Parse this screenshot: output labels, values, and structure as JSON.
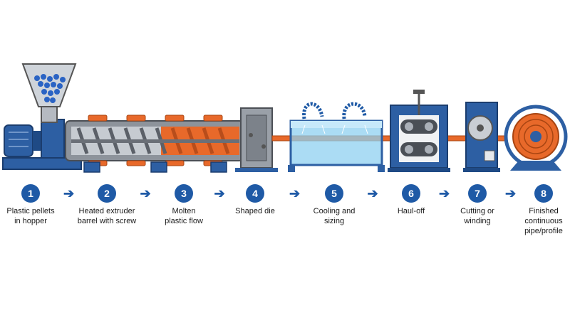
{
  "steps": [
    {
      "num": "1",
      "label": "Plastic pellets\nin hopper"
    },
    {
      "num": "2",
      "label": "Heated extruder\nbarrel with screw"
    },
    {
      "num": "3",
      "label": "Molten\nplastic flow"
    },
    {
      "num": "4",
      "label": "Shaped die"
    },
    {
      "num": "5",
      "label": "Cooling and\nsizing"
    },
    {
      "num": "6",
      "label": "Haul-off"
    },
    {
      "num": "7",
      "label": "Cutting or\nwinding"
    },
    {
      "num": "8",
      "label": "Finished\ncontinuous\npipe/profile"
    }
  ],
  "arrow_glyph": "➔",
  "colors": {
    "machine_blue": "#2d5fa3",
    "dark_blue": "#1f4a85",
    "orange": "#e8692a",
    "steel": "#b9bec5",
    "water": "#8fd0f0"
  }
}
